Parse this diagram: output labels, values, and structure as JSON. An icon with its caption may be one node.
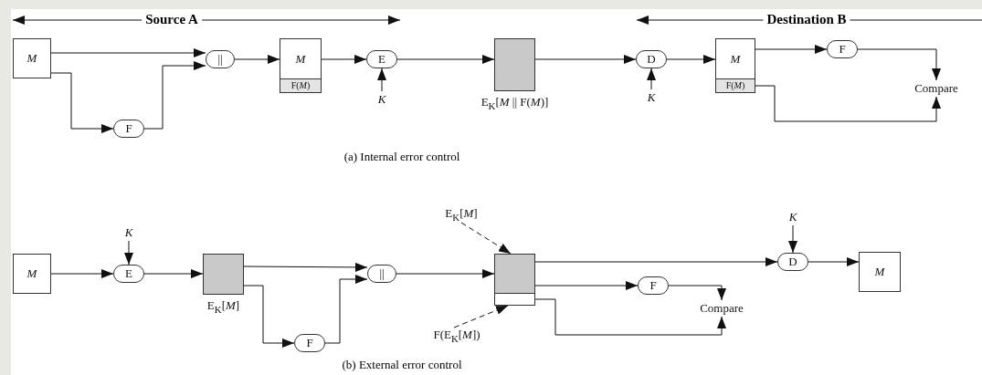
{
  "diagram": {
    "nodes": [
      {
        "text": [
          "M"
        ]
      },
      {
        "text": [
          "F"
        ]
      },
      {
        "text": [
          "||"
        ]
      },
      {
        "text": [
          "M",
          "F(*M*)"
        ]
      },
      {
        "text": [
          "E"
        ]
      },
      {
        "text": [],
        "shape": "box",
        "beside": [
          "E$_{K}$[*M* || F(*M*)]"
        ]
      },
      {
        "text": [
          "D"
        ]
      },
      {
        "text": [
          "M",
          "F(*M*)"
        ]
      },
      {
        "text": [
          "F"
        ]
      },
      {
        "text": [
          "Compare"
        ]
      },
      {
        "text": [
          "K"
        ]
      },
      {
        "text": [
          "K"
        ]
      },
      {
        "text": [
          "M"
        ]
      },
      {
        "text": [
          "K"
        ]
      },
      {
        "text": [
          "E"
        ]
      },
      {
        "text": [],
        "shape": "box",
        "beside": [
          "E$_{K}$[*M*]"
        ]
      },
      {
        "text": [
          "F"
        ]
      },
      {
        "text": [
          "||"
        ]
      },
      {
        "text": [
          "E$_{K}$[*M*]"
        ]
      },
      {
        "text": [],
        "shape": "box"
      },
      {
        "text": [],
        "shape": "box",
        "in": 19
      },
      {
        "text": [],
        "shape": "box",
        "in": 19
      },
      {
        "text": [
          "F(E$_{K}$[*M*])"
        ]
      },
      {
        "text": [
          "F"
        ]
      },
      {
        "text": [
          "Compare"
        ]
      },
      {
        "text": [
          "K"
        ]
      },
      {
        "text": [
          "D"
        ]
      },
      {
        "text": [
          "M"
        ]
      }
    ],
    "edges": [
      {
        "from": 0,
        "to": 2,
        "arrow": "to"
      },
      {
        "from": 0,
        "to": 1,
        "arrow": "to"
      },
      {
        "from": 1,
        "to": 2,
        "arrow": "to"
      },
      {
        "from": 2,
        "to": 3,
        "arrow": "to"
      },
      {
        "from": 3,
        "to": 4,
        "arrow": "to"
      },
      {
        "from": 10,
        "to": 4,
        "arrow": "to"
      },
      {
        "from": 4,
        "to": 5,
        "arrow": "to"
      },
      {
        "from": 5,
        "to": 6,
        "arrow": "to"
      },
      {
        "from": 11,
        "to": 6,
        "arrow": "to"
      },
      {
        "from": 6,
        "to": 7,
        "arrow": "to"
      },
      {
        "from": 7,
        "to": 8,
        "arrow": "to"
      },
      {
        "from": 8,
        "to": 9,
        "arrow": "to"
      },
      {
        "from": 7,
        "to": 9,
        "arrow": "to"
      },
      {
        "from": 12,
        "to": 14,
        "arrow": "to"
      },
      {
        "from": 13,
        "to": 14,
        "arrow": "to"
      },
      {
        "from": 14,
        "to": 15,
        "arrow": "to"
      },
      {
        "from": 15,
        "to": 17,
        "arrow": "to"
      },
      {
        "from": 15,
        "to": 16,
        "arrow": "to"
      },
      {
        "from": 16,
        "to": 17,
        "arrow": "to"
      },
      {
        "from": 17,
        "to": 20,
        "arrow": "to"
      },
      {
        "from": 18,
        "to": 20,
        "arrow": "to",
        "style": "dashed"
      },
      {
        "from": 22,
        "to": 21,
        "arrow": "to",
        "style": "dashed"
      },
      {
        "from": 20,
        "to": 26,
        "arrow": "to"
      },
      {
        "from": 20,
        "to": 23,
        "arrow": "to"
      },
      {
        "from": 23,
        "to": 24,
        "arrow": "to"
      },
      {
        "from": 21,
        "to": 24,
        "arrow": "to"
      },
      {
        "from": 25,
        "to": 26,
        "arrow": "to"
      },
      {
        "from": 26,
        "to": 27,
        "arrow": "to"
      }
    ],
    "labels": [
      "Source A",
      "Destination B",
      "(a) Internal error control",
      "(b) External error control"
    ]
  }
}
